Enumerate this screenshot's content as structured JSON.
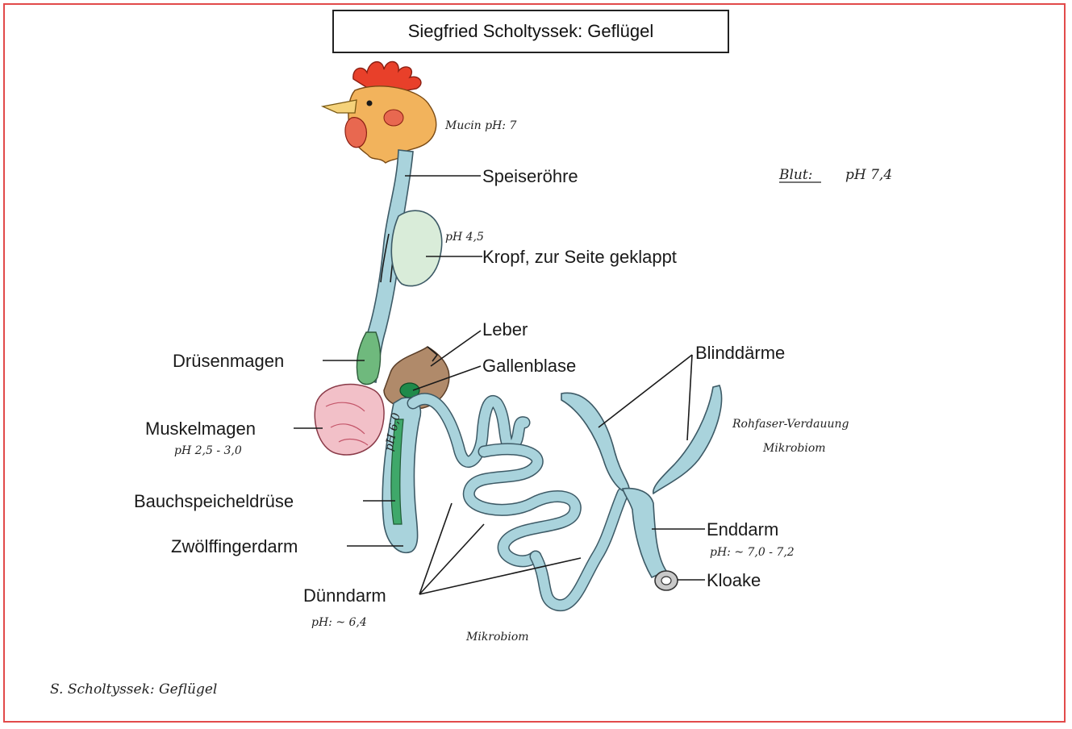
{
  "title": "Siegfried Scholtyssek: Geflügel",
  "labels": {
    "speiseroehre": "Speiseröhre",
    "kropf": "Kropf, zur Seite geklappt",
    "leber": "Leber",
    "gallenblase": "Gallenblase",
    "druesenmagen": "Drüsenmagen",
    "muskelmagen": "Muskelmagen",
    "bauchspeicheldruese": "Bauchspeicheldrüse",
    "zwoelffingerdarm": "Zwölffingerdarm",
    "duenndarm": "Dünndarm",
    "blinddaerme": "Blinddärme",
    "enddarm": "Enddarm",
    "kloake": "Kloake"
  },
  "handwritten": {
    "mucin": "Mucin pH: 7",
    "blut_label": "Blut:",
    "blut_value": "pH 7,4",
    "kropf_ph": "pH 4,5",
    "muskelmagen_ph": "pH 2,5 - 3,0",
    "zwoelf_ph": "pH 6,0",
    "duenndarm_ph": "pH: ~ 6,4",
    "enddarm_ph": "pH: ~ 7,0 - 7,2",
    "rohfaser": "Rohfaser-Verdauung",
    "mikrobiom_right": "Mikrobiom",
    "mikrobiom_bottom": "Mikrobiom",
    "signature": "S. Scholtyssek: Geflügel"
  },
  "colors": {
    "frame": "#e24a4a",
    "gut": "#a9d3dc",
    "gut_outline": "#3d5a66",
    "comb": "#e8402a",
    "head": "#f2b35c",
    "liver": "#b08a6a",
    "gallbladder": "#1f8a4a",
    "gizzard": "#e99aa8",
    "pancreas": "#3fa86a"
  }
}
